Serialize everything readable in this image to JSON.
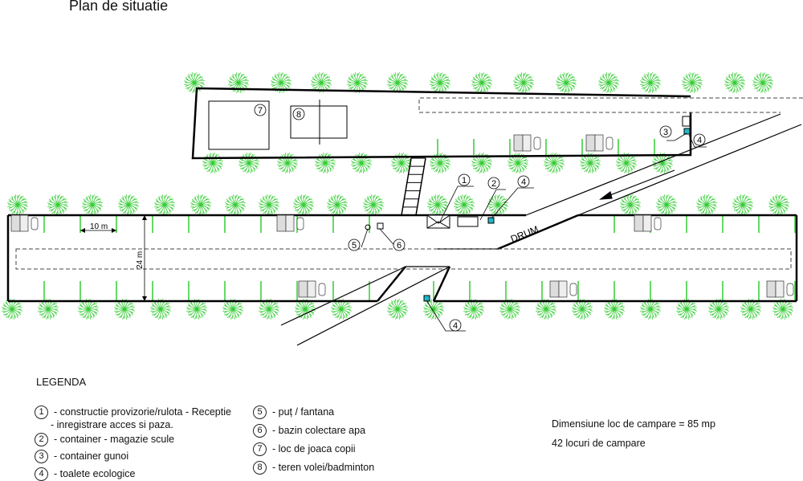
{
  "title": "Plan de situatie",
  "plan": {
    "dim_width": "10 m",
    "dim_depth": "24 m",
    "road_label": "DRUM",
    "markers": [
      "1",
      "2",
      "3",
      "4",
      "5",
      "6",
      "7",
      "8"
    ]
  },
  "legend": {
    "heading": "LEGENDA",
    "items": [
      {
        "num": "1",
        "text": "- constructie provizorie/rulota - Receptie",
        "text2": "- inregistrare  acces si paza."
      },
      {
        "num": "2",
        "text": "- container - magazie scule"
      },
      {
        "num": "3",
        "text": "- container gunoi"
      },
      {
        "num": "4",
        "text": "- toalete ecologice"
      },
      {
        "num": "5",
        "text": "- puț / fantana"
      },
      {
        "num": "6",
        "text": "- bazin colectare apa"
      },
      {
        "num": "7",
        "text": "- loc de joaca copii"
      },
      {
        "num": "8",
        "text": "- teren volei/badminton"
      }
    ]
  },
  "info": {
    "pitch_size": "Dimensiune loc de campare = 85 mp",
    "pitch_count": "42 locuri de campare"
  },
  "colors": {
    "tree": "#33cc33",
    "toilet": "#22b8c8",
    "line": "#000000"
  }
}
